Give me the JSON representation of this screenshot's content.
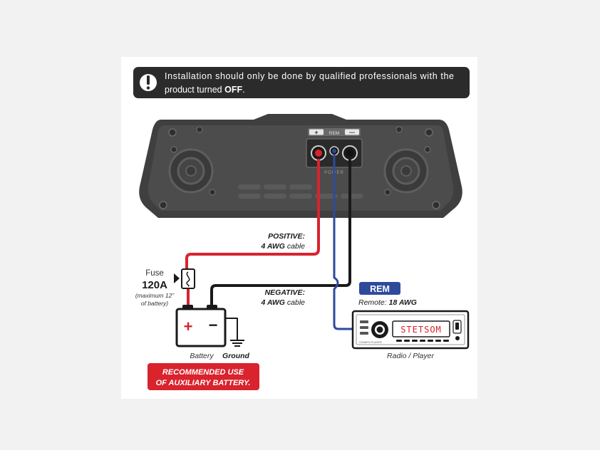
{
  "warning": {
    "text_before": "Installation should only be done by qualified professionals with the product turned ",
    "text_line1": "Installation should only be done by qualified professionals with the",
    "text_line2_pre": "product turned ",
    "text_bold": "OFF",
    "text_end": ".",
    "icon": "exclamation-icon"
  },
  "amplifier": {
    "terminal_plus": "+",
    "terminal_rem": "REM",
    "terminal_minus": "—",
    "power_label": "POWER"
  },
  "positive_cable": {
    "title": "POSITIVE:",
    "gauge": "4 AWG",
    "suffix": "cable"
  },
  "negative_cable": {
    "title": "NEGATIVE:",
    "gauge": "4 AWG",
    "suffix": "cable"
  },
  "fuse": {
    "label": "Fuse",
    "rating": "120A",
    "note_line1": "(maximum 12”",
    "note_line2": "of battery)"
  },
  "battery": {
    "plus": "+",
    "minus": "−",
    "label": "Battery"
  },
  "ground": {
    "label": "Ground"
  },
  "rem": {
    "badge": "REM",
    "remote_prefix": "Remote:",
    "remote_gauge": "18 AWG"
  },
  "radio": {
    "display": "STETSOM",
    "caption": "Radio / Player",
    "small_label": "CD/MP3 PLAYER"
  },
  "recommendation": {
    "line1": "RECOMMENDED USE",
    "line2": "OF AUXILIARY BATTERY."
  },
  "colors": {
    "positive": "#d9232d",
    "remote": "#2e4a9b",
    "negative": "#1a1a1a",
    "amp_body": "#4a4a4a",
    "warning_bg": "#2b2b2b",
    "recommend_bg": "#d9232d"
  }
}
